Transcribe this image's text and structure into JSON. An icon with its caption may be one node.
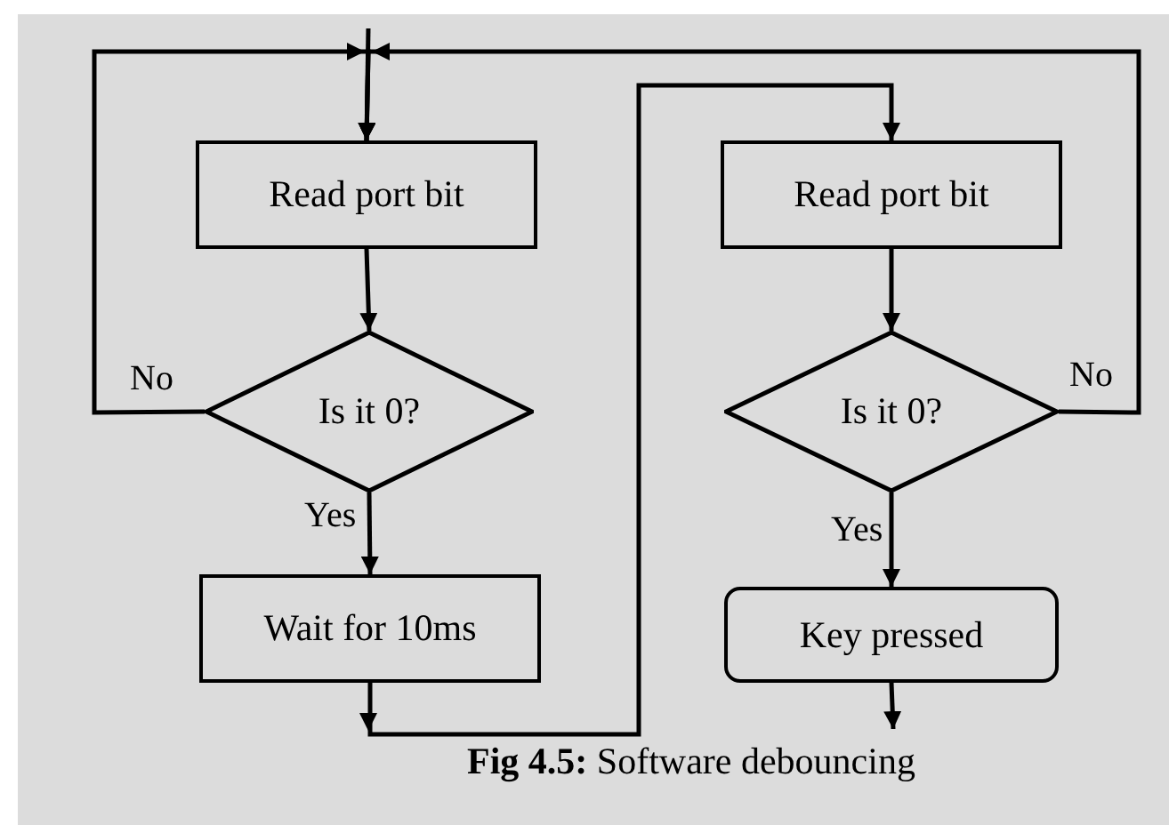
{
  "diagram": {
    "caption": "**Fig 4.5:** Software debouncing",
    "nodes": [
      {
        "text": [
          "Read port bit"
        ]
      },
      {
        "text": [
          "Is it 0?"
        ]
      },
      {
        "text": [
          "Wait for 10ms"
        ]
      },
      {
        "text": [
          "Read port bit"
        ]
      },
      {
        "text": [
          "Is it 0?"
        ]
      },
      {
        "text": [
          "Key pressed"
        ]
      }
    ],
    "edges": [
      {
        "from": null,
        "to": 0,
        "arrow": "to"
      },
      {
        "from": 0,
        "to": 1,
        "arrow": "to"
      },
      {
        "from": 1,
        "to": 0,
        "arrow": "to",
        "label": "No"
      },
      {
        "from": 1,
        "to": 2,
        "arrow": "to",
        "label": "Yes"
      },
      {
        "from": 4,
        "to": 0,
        "arrow": "to",
        "label": "No"
      },
      {
        "from": 2,
        "to": 3,
        "arrow": "to"
      },
      {
        "from": 3,
        "to": 4,
        "arrow": "to"
      },
      {
        "from": 4,
        "to": 5,
        "arrow": "to",
        "label": "Yes"
      },
      {
        "from": 5,
        "to": null,
        "arrow": "to"
      }
    ]
  }
}
